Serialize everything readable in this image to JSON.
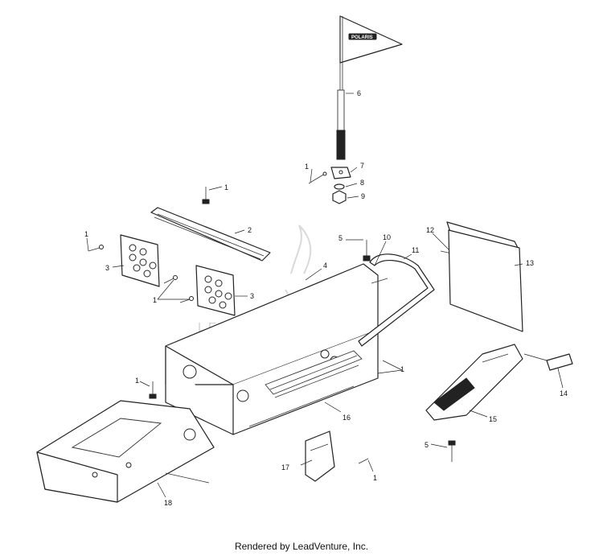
{
  "diagram": {
    "flag_text": "POLARIS",
    "watermark": "LEADVENTURE",
    "callouts": [
      {
        "id": "c1a",
        "label": "1"
      },
      {
        "id": "c1b",
        "label": "1"
      },
      {
        "id": "c1c",
        "label": "1"
      },
      {
        "id": "c1d",
        "label": "1"
      },
      {
        "id": "c1e",
        "label": "1"
      },
      {
        "id": "c1f",
        "label": "1"
      },
      {
        "id": "c1g",
        "label": "1"
      },
      {
        "id": "c2",
        "label": "2"
      },
      {
        "id": "c3a",
        "label": "3"
      },
      {
        "id": "c3b",
        "label": "3"
      },
      {
        "id": "c4",
        "label": "4"
      },
      {
        "id": "c5a",
        "label": "5"
      },
      {
        "id": "c5b",
        "label": "5"
      },
      {
        "id": "c6",
        "label": "6"
      },
      {
        "id": "c7",
        "label": "7"
      },
      {
        "id": "c8",
        "label": "8"
      },
      {
        "id": "c9",
        "label": "9"
      },
      {
        "id": "c10",
        "label": "10"
      },
      {
        "id": "c11",
        "label": "11"
      },
      {
        "id": "c12",
        "label": "12"
      },
      {
        "id": "c13",
        "label": "13"
      },
      {
        "id": "c14",
        "label": "14"
      },
      {
        "id": "c15",
        "label": "15"
      },
      {
        "id": "c16",
        "label": "16"
      },
      {
        "id": "c17",
        "label": "17"
      },
      {
        "id": "c18",
        "label": "18"
      }
    ]
  },
  "footer": {
    "text": "Rendered by LeadVenture, Inc."
  }
}
